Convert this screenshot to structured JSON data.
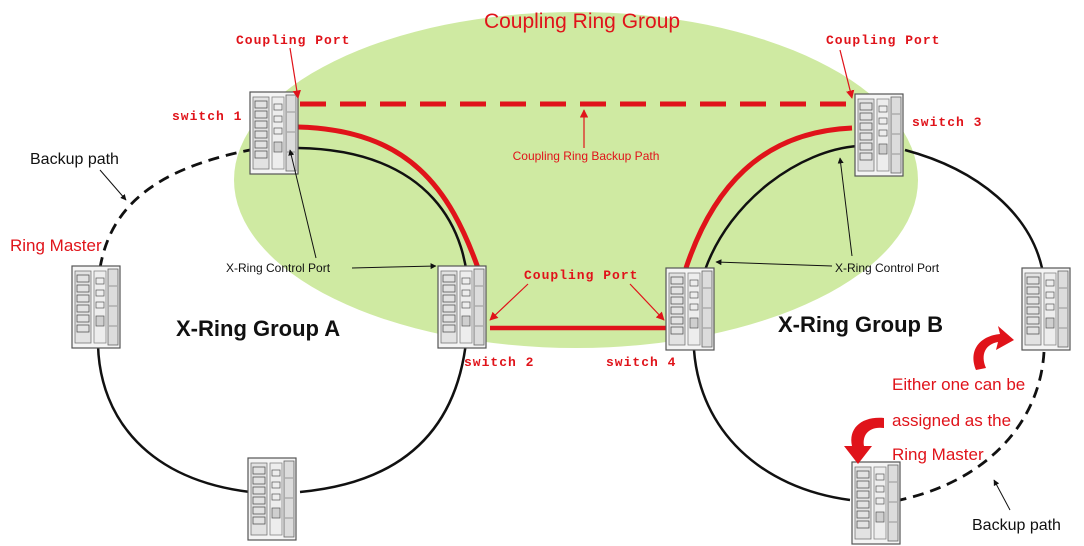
{
  "diagram": {
    "title": "Coupling Ring Group",
    "labels": {
      "coupling_port_left": "Coupling Port",
      "coupling_port_right": "Coupling Port",
      "coupling_port_middle": "Coupling Port",
      "coupling_backup_path": "Coupling Ring Backup Path",
      "switch_1": "switch 1",
      "switch_2": "switch 2",
      "switch_3": "switch 3",
      "switch_4": "switch 4",
      "backup_path_left": "Backup path",
      "backup_path_right": "Backup path",
      "ring_master": "Ring Master",
      "control_port_left": "X-Ring Control Port",
      "control_port_right": "X-Ring Control Port",
      "group_a": "X-Ring Group A",
      "group_b": "X-Ring Group B",
      "note_line1": "Either one can be",
      "note_line2": "assigned as the",
      "note_line3": "Ring Master"
    },
    "colors": {
      "ellipse_fill": "#cfeaa2",
      "accent_red": "#e0131a",
      "ring_line": "#111111"
    }
  }
}
